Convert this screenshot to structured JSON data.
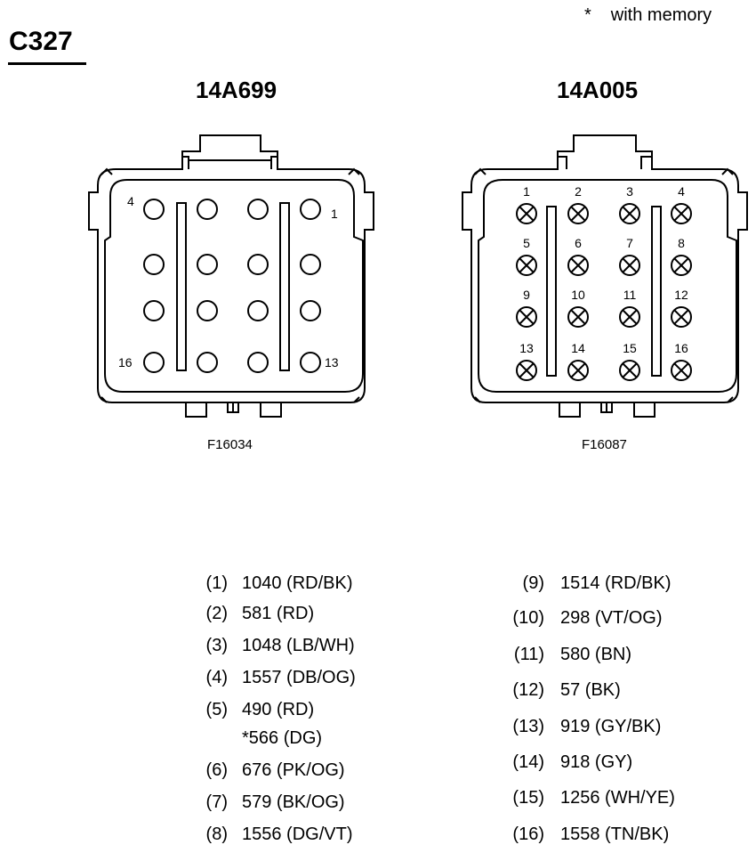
{
  "header": {
    "memory_note_symbol": "*",
    "memory_note_text": "with memory",
    "connector_id": "C327"
  },
  "connectors": [
    {
      "part_number": "14A699",
      "figure_id": "F16034",
      "pin_labels": {
        "4": "4",
        "1": "1",
        "16": "16",
        "13": "13"
      }
    },
    {
      "part_number": "14A005",
      "figure_id": "F16087",
      "pin_labels": [
        "1",
        "2",
        "3",
        "4",
        "5",
        "6",
        "7",
        "8",
        "9",
        "10",
        "11",
        "12",
        "13",
        "14",
        "15",
        "16"
      ]
    }
  ],
  "pinout_left": [
    {
      "pin": "(1)",
      "circuit": "1040 (RD/BK)"
    },
    {
      "pin": "(2)",
      "circuit": "581 (RD)"
    },
    {
      "pin": "(3)",
      "circuit": "1048 (LB/WH)"
    },
    {
      "pin": "(4)",
      "circuit": "1557 (DB/OG)"
    },
    {
      "pin": "(5)",
      "circuit": "490 (RD)",
      "alt": "*566 (DG)"
    },
    {
      "pin": "(6)",
      "circuit": "676 (PK/OG)"
    },
    {
      "pin": "(7)",
      "circuit": "579 (BK/OG)"
    },
    {
      "pin": "(8)",
      "circuit": "1556 (DG/VT)"
    }
  ],
  "pinout_right": [
    {
      "pin": "(9)",
      "circuit": "1514 (RD/BK)"
    },
    {
      "pin": "(10)",
      "circuit": "298 (VT/OG)"
    },
    {
      "pin": "(11)",
      "circuit": "580 (BN)"
    },
    {
      "pin": "(12)",
      "circuit": "57 (BK)"
    },
    {
      "pin": "(13)",
      "circuit": "919 (GY/BK)"
    },
    {
      "pin": "(14)",
      "circuit": "918 (GY)"
    },
    {
      "pin": "(15)",
      "circuit": "1256 (WH/YE)"
    },
    {
      "pin": "(16)",
      "circuit": "1558 (TN/BK)"
    }
  ]
}
